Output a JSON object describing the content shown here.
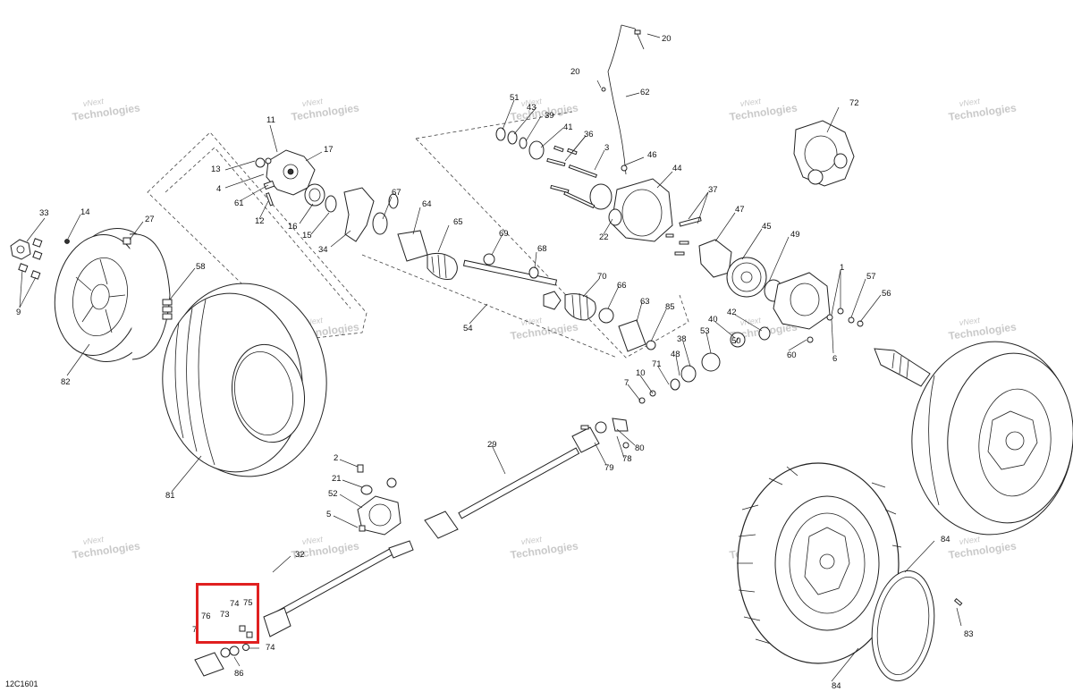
{
  "figure_code": "12C1601",
  "watermark": {
    "line1": "vNext",
    "line2": "Technologies"
  },
  "highlight": {
    "color": "#e02020",
    "part_numbers": [
      "76",
      "73",
      "74",
      "75",
      "7"
    ]
  },
  "callouts": [
    "20",
    "20",
    "62",
    "51",
    "43",
    "39",
    "41",
    "36",
    "3",
    "46",
    "44",
    "72",
    "11",
    "17",
    "13",
    "4",
    "61",
    "12",
    "16",
    "15",
    "34",
    "67",
    "64",
    "65",
    "69",
    "68",
    "33",
    "14",
    "27",
    "9",
    "58",
    "82",
    "37",
    "47",
    "45",
    "49",
    "22",
    "54",
    "70",
    "66",
    "63",
    "85",
    "1",
    "57",
    "56",
    "40",
    "42",
    "53",
    "50",
    "38",
    "48",
    "71",
    "10",
    "7",
    "60",
    "6",
    "29",
    "80",
    "79",
    "78",
    "2",
    "21",
    "52",
    "5",
    "81",
    "32",
    "76",
    "73",
    "74",
    "75",
    "7",
    "74",
    "86",
    "84",
    "83",
    "84"
  ]
}
